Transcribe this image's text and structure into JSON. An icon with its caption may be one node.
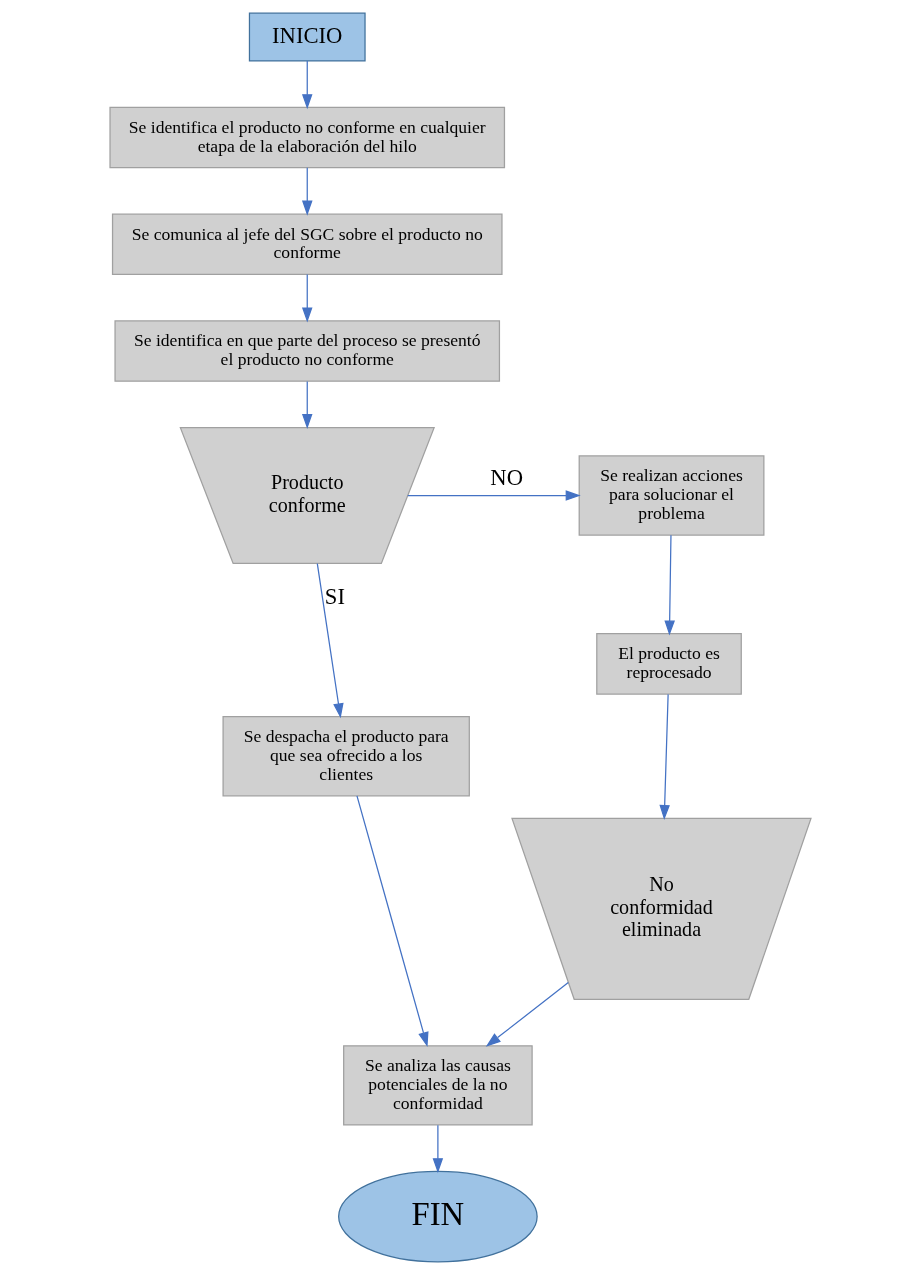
{
  "diagram": {
    "nodes": [
      {
        "text": [
          "INICIO"
        ]
      },
      {
        "text": [
          "Se identifica el producto no conforme en cualquier etapa de la elaboración del hilo"
        ]
      },
      {
        "text": [
          "Se comunica al jefe del SGC sobre el producto no conforme"
        ]
      },
      {
        "text": [
          "Se identifica en que parte del proceso se presentó el producto no conforme"
        ]
      },
      {
        "text": [
          "Producto conforme"
        ]
      },
      {
        "text": [
          "Se realizan acciones para solucionar el problema"
        ]
      },
      {
        "text": [
          "El producto es reprocesado"
        ]
      },
      {
        "text": [
          "No conformidad eliminada"
        ]
      },
      {
        "text": [
          "Se despacha el producto para que sea ofrecido a los clientes"
        ]
      },
      {
        "text": [
          "Se analiza las causas potenciales de la no conformidad"
        ]
      },
      {
        "text": [
          "FIN"
        ]
      }
    ],
    "edges": [
      {
        "from": 0,
        "to": 1,
        "arrow": "to"
      },
      {
        "from": 1,
        "to": 2,
        "arrow": "to"
      },
      {
        "from": 2,
        "to": 3,
        "arrow": "to"
      },
      {
        "from": 3,
        "to": 4,
        "arrow": "to"
      },
      {
        "from": 4,
        "to": 5,
        "arrow": "to",
        "label": "NO"
      },
      {
        "from": 5,
        "to": 6,
        "arrow": "to"
      },
      {
        "from": 6,
        "to": 7,
        "arrow": "to"
      },
      {
        "from": 7,
        "to": 9,
        "arrow": "to"
      },
      {
        "from": 4,
        "to": 8,
        "arrow": "to",
        "label": "SI"
      },
      {
        "from": 8,
        "to": 9,
        "arrow": "to"
      },
      {
        "from": 9,
        "to": 10,
        "arrow": "to"
      }
    ]
  }
}
